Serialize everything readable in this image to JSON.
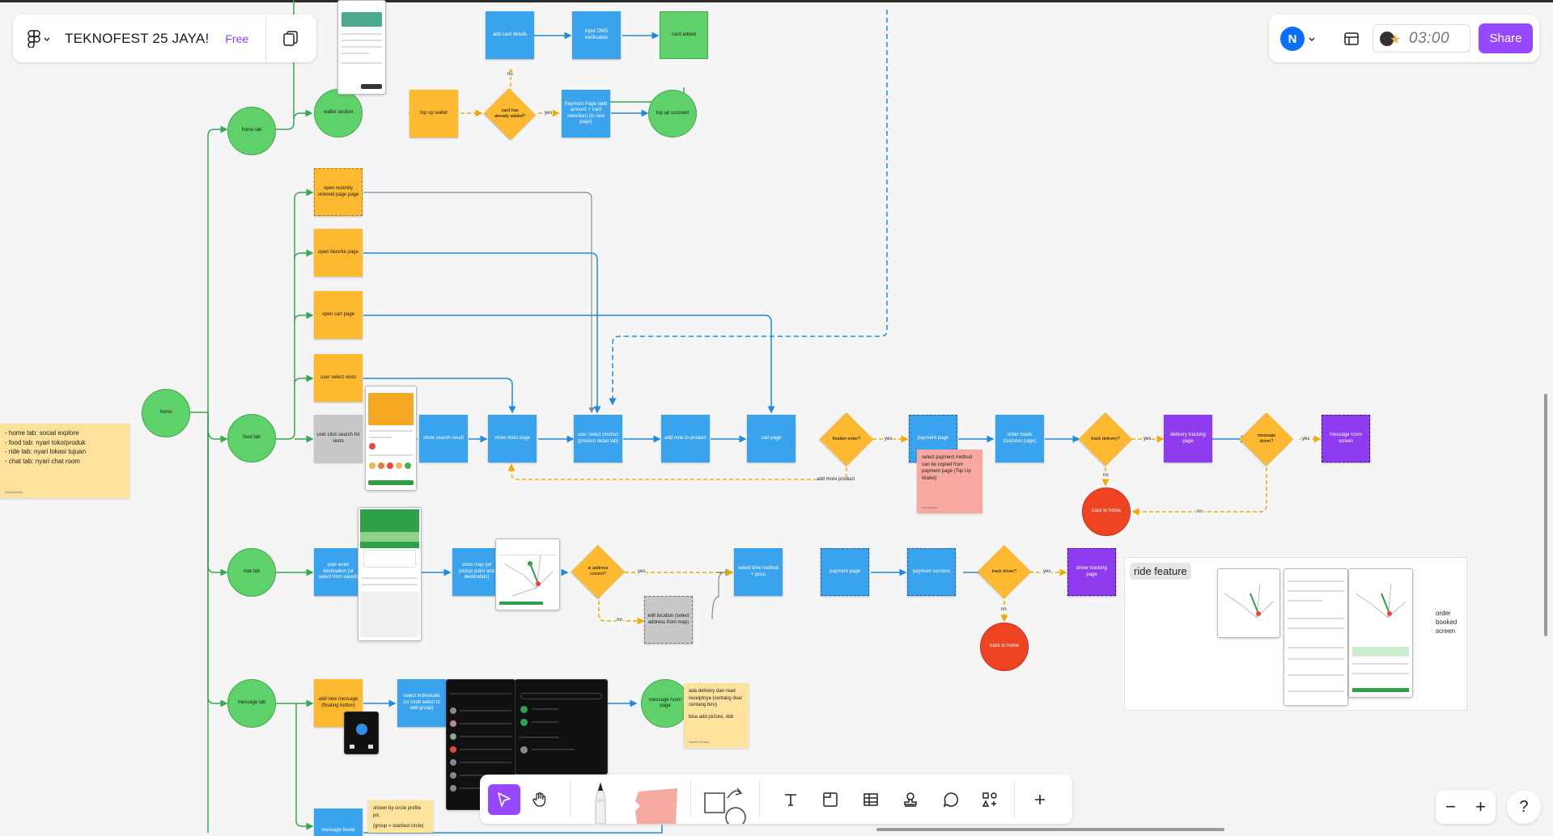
{
  "app": {
    "file_title": "TEKNOFEST 25 JAYA!",
    "plan_badge": "Free",
    "avatar_initial": "N",
    "timer": "03:00",
    "share_label": "Share",
    "accent": "#9747ff",
    "avatar_color": "#0d6efd"
  },
  "toolbar": {
    "tools": [
      "select-cursor-icon",
      "hand-icon",
      "marker-pen-icon",
      "washi-tape-icon",
      "shape-square-icon",
      "connector-icon",
      "text-icon",
      "section-icon",
      "table-icon",
      "stamp-icon",
      "comment-icon",
      "more-widgets-icon",
      "add-icon"
    ]
  },
  "zoom": {
    "minus": "−",
    "plus": "+",
    "help": "?"
  },
  "board": {
    "sticky_main": {
      "lines": [
        "- home tab: social explore",
        "- food tab: nyari toko/produk",
        "- ride tab: nyari lokasi tujuan",
        "- chat tab: nyari chat room"
      ],
      "author": "Masfarhiaka"
    },
    "root": "home",
    "tabs": {
      "home": "home tab",
      "food": "food tab",
      "ride": "ride tab",
      "message": "message tab"
    },
    "home_flow": {
      "wallet": "wallet section",
      "topup": "top up wallet",
      "card_decision": "card has already added?",
      "no": "no",
      "yes": "yes",
      "add_card": "add card details",
      "otp": "input OMS verification",
      "card_added": "card added",
      "payment": "Payment Page (add amount + card selection) (in new page)",
      "succeed": "top up succeed"
    },
    "food_flow": {
      "recent": "open recently ordered page page",
      "favorite": "open favorite page",
      "cart_open": "open cart page",
      "select_resto": "user select resto",
      "search": "user click search for resto",
      "search_result": "show search result",
      "resto_page": "show resto page",
      "product": "user select product (product detail tab)",
      "add_note": "add note to product",
      "cart": "cart page",
      "finalize": "finalize order?",
      "yes1": "yes",
      "payment": "payment page",
      "order_made": "order made (success page)",
      "track": "track delivery?",
      "yes2": "yes",
      "tracking": "delivery tracking page",
      "msg_driver": "message driver?",
      "yes3": "yes",
      "msg_room": "message room screen",
      "no1": "no",
      "back_home": "back to home",
      "no2": "no",
      "add_more": "add more product",
      "pink_note": "select payment method can be copied from payment page (Top Up Wallet)",
      "pink_author": "aneufatiqiu"
    },
    "ride_flow": {
      "enter_dest": "user enter destination (or select from saved)",
      "show_map": "show map (w/ pickup point and destination)",
      "is_correct": "is address correct?",
      "yes": "yes",
      "no": "no",
      "edit_location": "edit location (select address from map)",
      "select_time": "select time method + price",
      "payment": "payment page",
      "payment_success": "payment success",
      "track": "track driver?",
      "yes2": "yes",
      "driver_tracking": "driver tracking page",
      "no2": "no",
      "back_home": "back to home"
    },
    "message_flow": {
      "add_new": "add new message (floating button)",
      "select_ind": "select individuals (or multi select to add group)",
      "msg_room": "message room page",
      "msg_found": "message found",
      "yellow_note_1": "ada delivery dan read receiptnya (centang dua/ centang biru)",
      "yellow_note_2": "bisa add picture, dsb",
      "yellow_author": "Nauffal Rhaka",
      "circle_note_1": "shown by circle profile pic",
      "circle_note_2": "(group = stacked circle)"
    },
    "ride_feature": {
      "title": "ride feature",
      "caption": "order booked screen"
    }
  }
}
